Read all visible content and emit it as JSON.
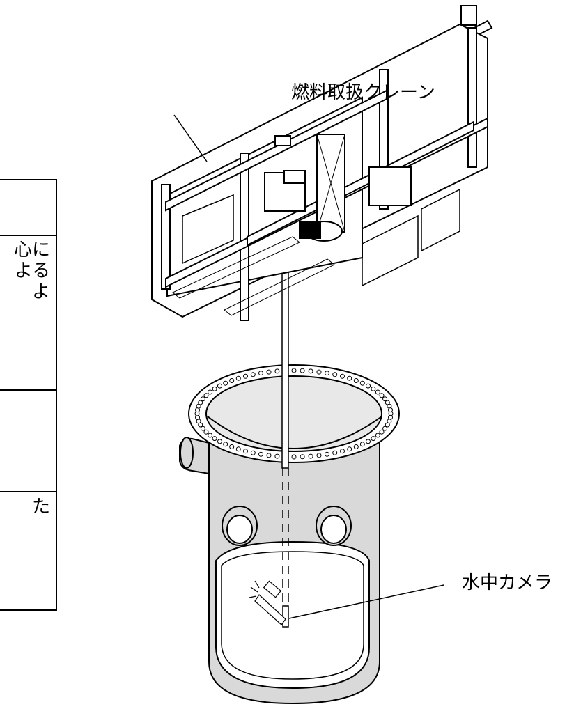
{
  "labels": {
    "fuel_crane": "燃料取扱クレーン",
    "underwater_camera": "水中カメラ"
  },
  "table_fragment": {
    "cells": [
      {
        "text": ""
      },
      {
        "text": "心に\nよる\nよ"
      },
      {
        "text": ""
      },
      {
        "text": "た"
      }
    ]
  },
  "colors": {
    "line": "#000000",
    "vessel_fill": "#d9d9d9",
    "water_fill": "#e8e8e8",
    "background": "#ffffff"
  }
}
